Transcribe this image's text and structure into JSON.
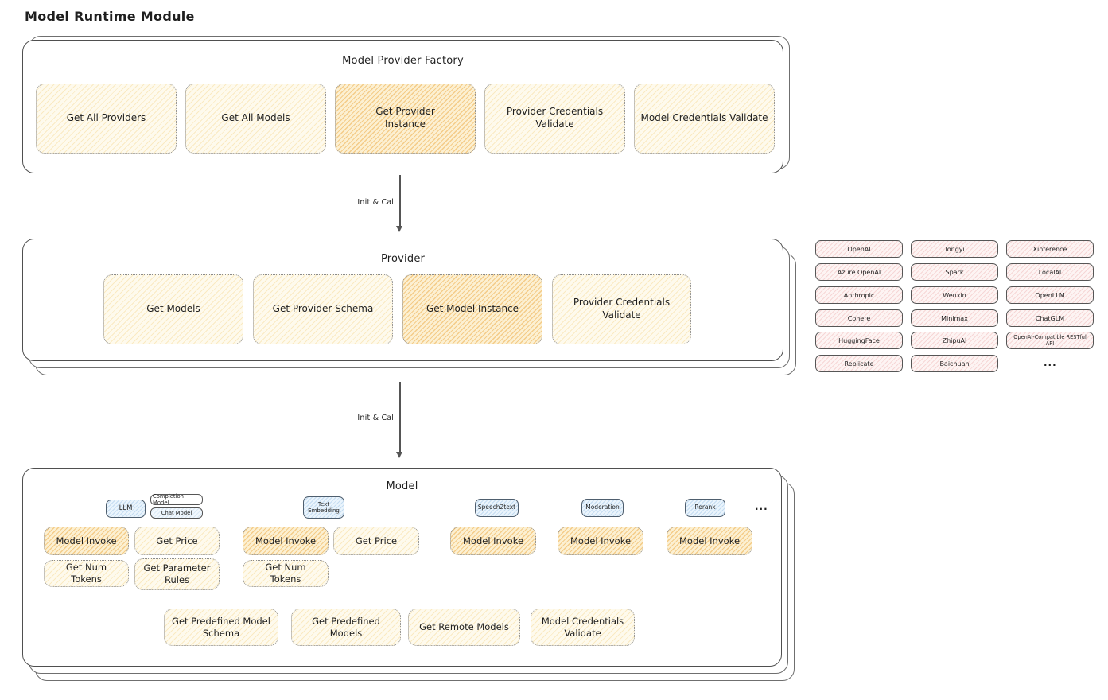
{
  "page": {
    "title": "Model Runtime Module"
  },
  "flow": {
    "arrow1_label": "Init & Call",
    "arrow2_label": "Init & Call"
  },
  "factory": {
    "title": "Model Provider Factory",
    "methods": [
      {
        "label": "Get All Providers",
        "highlighted": false
      },
      {
        "label": "Get All Models",
        "highlighted": false
      },
      {
        "label": "Get Provider Instance",
        "highlighted": true
      },
      {
        "label": "Provider Credentials Validate",
        "highlighted": false
      },
      {
        "label": "Model Credentials Validate",
        "highlighted": false
      }
    ]
  },
  "provider": {
    "title": "Provider",
    "methods": [
      {
        "label": "Get Models",
        "highlighted": false
      },
      {
        "label": "Get Provider Schema",
        "highlighted": false
      },
      {
        "label": "Get Model Instance",
        "highlighted": true
      },
      {
        "label": "Provider Credentials Validate",
        "highlighted": false
      }
    ]
  },
  "provider_list": {
    "items": [
      "OpenAI",
      "Tongyi",
      "Xinference",
      "Azure OpenAI",
      "Spark",
      "LocalAI",
      "Anthropic",
      "Wenxin",
      "OpenLLM",
      "Cohere",
      "Minimax",
      "ChatGLM",
      "HuggingFace",
      "ZhipuAI",
      "OpenAI-Compatible RESTful API",
      "Replicate",
      "Baichuan"
    ],
    "more": "..."
  },
  "model": {
    "title": "Model",
    "tabs": [
      {
        "label": "LLM"
      },
      {
        "label": "Completion Model"
      },
      {
        "label": "Chat Model"
      },
      {
        "label": "Text Embedding"
      },
      {
        "label": "Speech2text"
      },
      {
        "label": "Moderation"
      },
      {
        "label": "Rerank"
      }
    ],
    "more": "...",
    "methods": {
      "model_invoke": "Model Invoke",
      "get_price": "Get Price",
      "get_num_tokens": "Get Num Tokens",
      "get_parameter_rules": "Get Parameter Rules"
    },
    "shared_methods": [
      {
        "label": "Get Predefined Model Schema"
      },
      {
        "label": "Get Predefined Models"
      },
      {
        "label": "Get Remote Models"
      },
      {
        "label": "Model Credentials Validate"
      }
    ]
  },
  "colors": {
    "stroke": "#4f4f4f",
    "method_fill": "#fefaed",
    "method_hatch": "#f2c96b",
    "highlight_fill": "#fcf0d2",
    "highlight_hatch": "#eca73f",
    "provider_chip_fill": "#fdf4f3",
    "provider_chip_hatch": "#e48080",
    "type_tab_fill": "#eaf4fc",
    "type_tab_hatch": "#6ea5d7"
  }
}
